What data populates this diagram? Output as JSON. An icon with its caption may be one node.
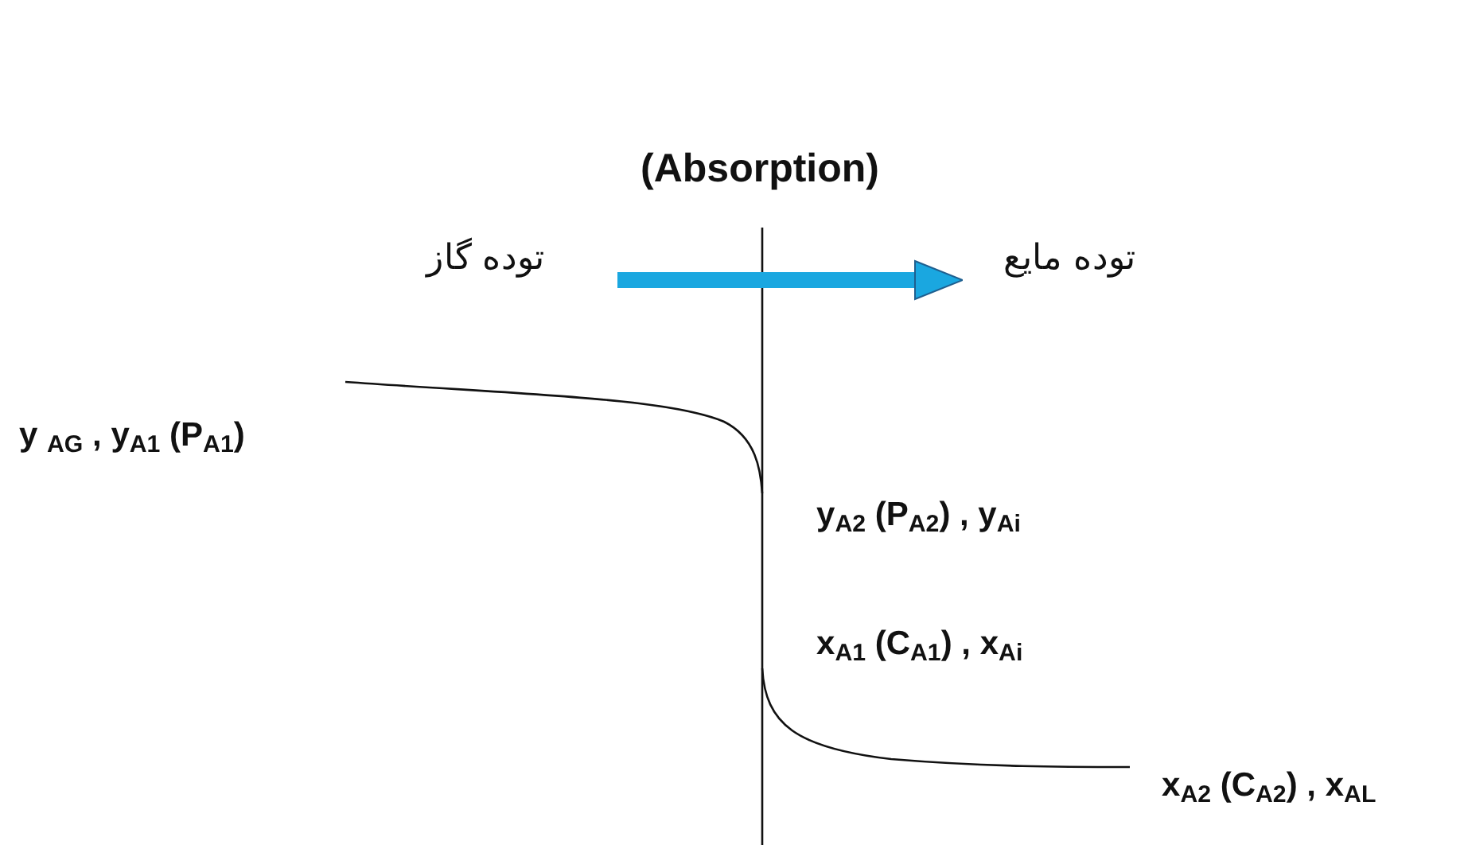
{
  "diagram": {
    "title": "(Absorption)",
    "nodes": [
      {
        "text": [
          "توده گاز"
        ]
      },
      {
        "text": [
          "توده مایع"
        ]
      }
    ],
    "edges": [
      {
        "from": 0,
        "to": 1,
        "arrow": "to"
      }
    ],
    "labels": [
      "y $_{AG}$ , y$_{A1}$ (P$_{A1}$)",
      "y$_{A2}$ (P$_{A2}$) , y$_{Ai}$",
      "x$_{A1}$ (C$_{A1}$) , x$_{Ai}$",
      "x$_{A2}$ (C$_{A2}$) , x$_{AL}$"
    ]
  }
}
